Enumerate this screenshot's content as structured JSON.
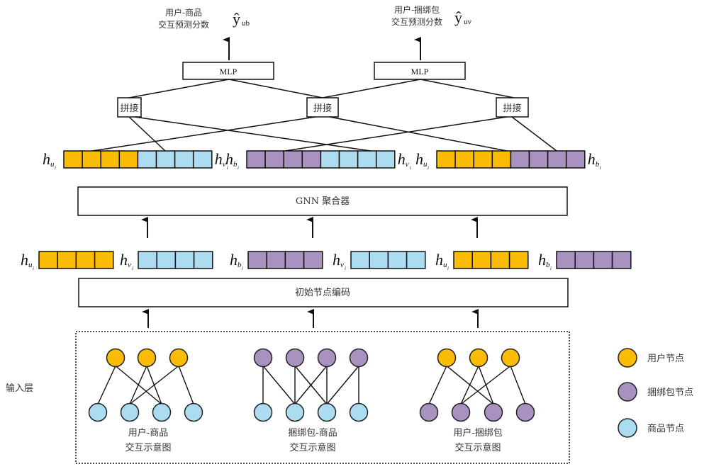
{
  "colors": {
    "user": "#FBBC05",
    "bundle": "#A992C0",
    "item": "#ABDCEF",
    "line": "#111111"
  },
  "outputs": [
    {
      "label_line1": "用户-商品",
      "label_line2": "交互预测分数",
      "symbol": "ŷ",
      "subscript": "ub"
    },
    {
      "label_line1": "用户-捆绑包",
      "label_line2": "交互预测分数",
      "symbol": "ŷ",
      "subscript": "uv"
    }
  ],
  "mlp_label": "MLP",
  "concat_label": "拼接",
  "aggregator_label": "GNN 聚合器",
  "encoder_label": "初始节点编码",
  "input_layer_label": "输入层",
  "concat_vectors": [
    {
      "left": {
        "base": "h",
        "sub": "u",
        "subsub": "i",
        "type": "user"
      },
      "right": {
        "base": "h",
        "sub": "v",
        "subsub": "i",
        "type": "item"
      }
    },
    {
      "left": {
        "base": "h",
        "sub": "b",
        "subsub": "i",
        "type": "bundle"
      },
      "right": {
        "base": "h",
        "sub": "v",
        "subsub": "i",
        "type": "item"
      }
    },
    {
      "left": {
        "base": "h",
        "sub": "u",
        "subsub": "i",
        "type": "user"
      },
      "right": {
        "base": "h",
        "sub": "b",
        "subsub": "i",
        "type": "bundle"
      }
    }
  ],
  "initial_vectors": [
    {
      "base": "h",
      "sub": "u",
      "subsub": "i",
      "type": "user"
    },
    {
      "base": "h",
      "sub": "v",
      "subsub": "i",
      "type": "item"
    },
    {
      "base": "h",
      "sub": "b",
      "subsub": "i",
      "type": "bundle"
    },
    {
      "base": "h",
      "sub": "v",
      "subsub": "i",
      "type": "item"
    },
    {
      "base": "h",
      "sub": "u",
      "subsub": "i",
      "type": "user"
    },
    {
      "base": "h",
      "sub": "b",
      "subsub": "i",
      "type": "bundle"
    }
  ],
  "graphs": [
    {
      "top_type": "user",
      "top_count": 3,
      "bottom_type": "item",
      "bottom_count": 4,
      "edges": [
        [
          0,
          0
        ],
        [
          0,
          2
        ],
        [
          1,
          1
        ],
        [
          1,
          2
        ],
        [
          2,
          1
        ],
        [
          2,
          3
        ]
      ],
      "caption_line1": "用户-商品",
      "caption_line2": "交互示意图"
    },
    {
      "top_type": "bundle",
      "top_count": 4,
      "bottom_type": "item",
      "bottom_count": 4,
      "edges": [
        [
          0,
          0
        ],
        [
          0,
          1
        ],
        [
          1,
          1
        ],
        [
          1,
          2
        ],
        [
          2,
          1
        ],
        [
          2,
          2
        ],
        [
          3,
          2
        ],
        [
          3,
          3
        ]
      ],
      "caption_line1": "捆绑包-商品",
      "caption_line2": "交互示意图"
    },
    {
      "top_type": "user",
      "top_count": 3,
      "bottom_type": "bundle",
      "bottom_count": 4,
      "edges": [
        [
          0,
          0
        ],
        [
          0,
          2
        ],
        [
          1,
          1
        ],
        [
          1,
          2
        ],
        [
          2,
          1
        ],
        [
          2,
          3
        ]
      ],
      "caption_line1": "用户-捆绑包",
      "caption_line2": "交互示意图"
    }
  ],
  "legend": [
    {
      "type": "user",
      "label": "用户节点"
    },
    {
      "type": "bundle",
      "label": "捆绑包节点"
    },
    {
      "type": "item",
      "label": "商品节点"
    }
  ]
}
